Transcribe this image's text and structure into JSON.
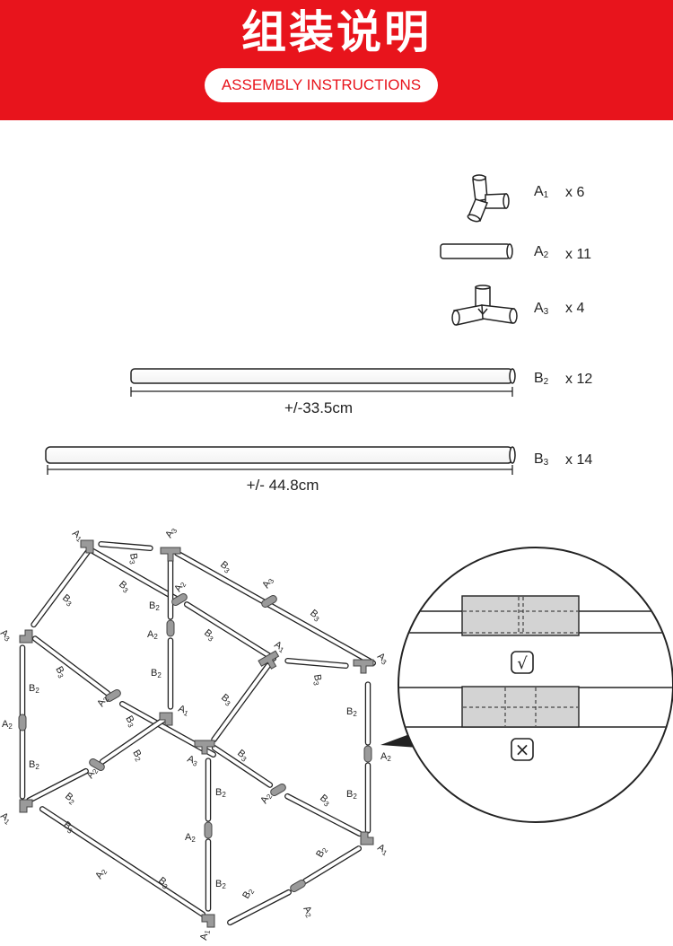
{
  "header": {
    "title": "组装说明",
    "subtitle": "ASSEMBLY INSTRUCTIONS",
    "background_color": "#e8141c"
  },
  "parts": [
    {
      "code": "A",
      "sub": "1",
      "qty": "x 6"
    },
    {
      "code": "A",
      "sub": "2",
      "qty": "x 11"
    },
    {
      "code": "A",
      "sub": "3",
      "qty": "x 4"
    },
    {
      "code": "B",
      "sub": "2",
      "qty": "x 12"
    },
    {
      "code": "B",
      "sub": "3",
      "qty": "x 14"
    }
  ],
  "dimensions": {
    "b2_length": "+/-33.5cm",
    "b3_length": "+/- 44.8cm"
  },
  "diagram_labels": {
    "a1": "A1",
    "a2": "A2",
    "a3": "A3",
    "b2": "B2",
    "b3": "B3"
  },
  "detail": {
    "correct_icon": "checkmark-icon",
    "correct_symbol": "√",
    "wrong_icon": "cross-icon",
    "wrong_symbol": "×"
  }
}
